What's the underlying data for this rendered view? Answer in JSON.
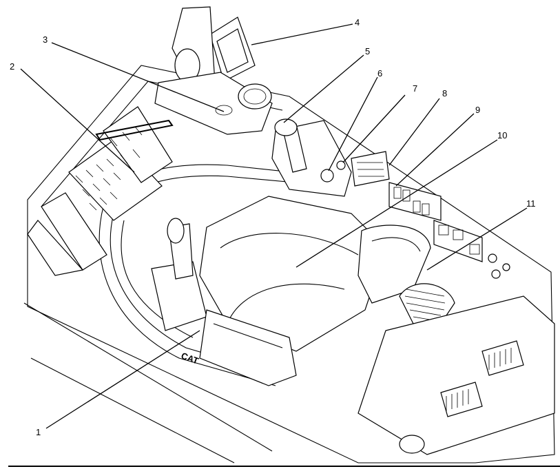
{
  "figure": {
    "callouts": [
      {
        "id": "1",
        "text": "1"
      },
      {
        "id": "2",
        "text": "2"
      },
      {
        "id": "3",
        "text": "3"
      },
      {
        "id": "4",
        "text": "4"
      },
      {
        "id": "5",
        "text": "5"
      },
      {
        "id": "6",
        "text": "6"
      },
      {
        "id": "7",
        "text": "7"
      },
      {
        "id": "8",
        "text": "8"
      },
      {
        "id": "9",
        "text": "9"
      },
      {
        "id": "10",
        "text": "10"
      },
      {
        "id": "11",
        "text": "11"
      }
    ],
    "brand_mark": "CAT"
  }
}
